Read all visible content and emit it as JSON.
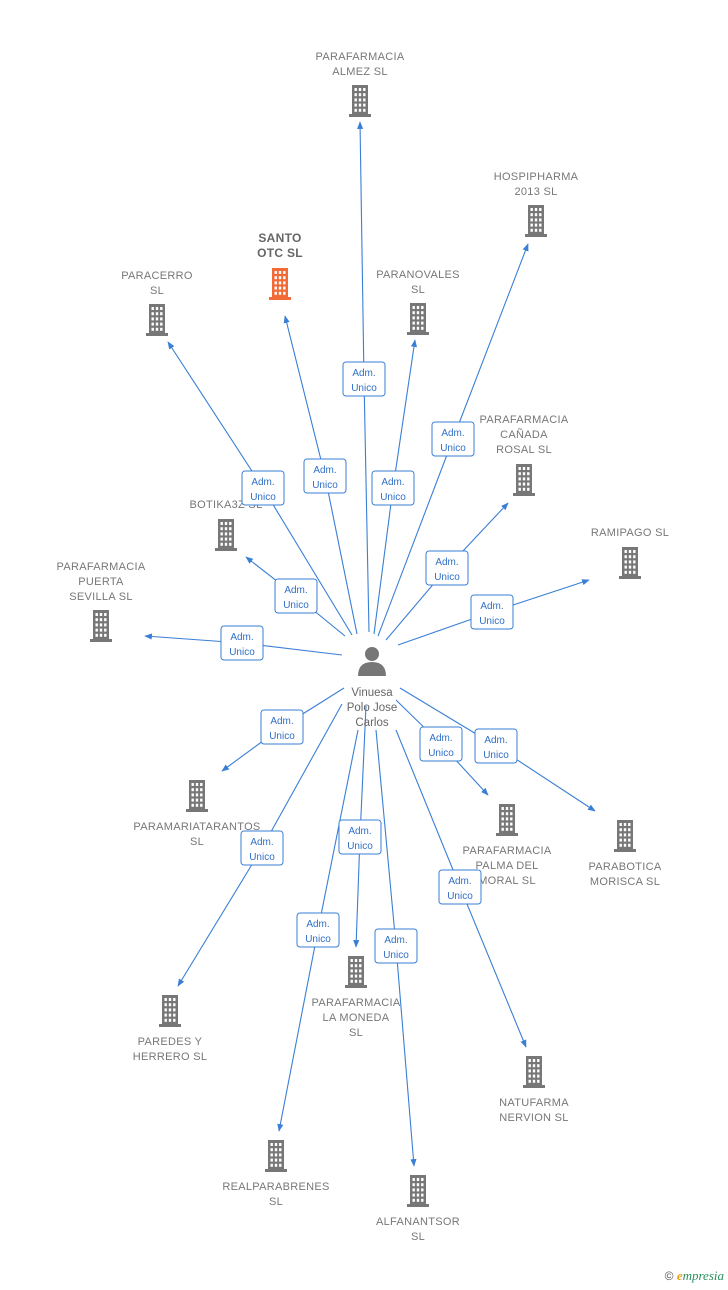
{
  "person": {
    "label_lines": [
      "Vinuesa",
      "Polo Jose",
      "Carlos"
    ]
  },
  "edge_label": [
    "Adm.",
    "Unico"
  ],
  "colors": {
    "edge": "#3a7fd6",
    "building": "#777777",
    "building_highlight": "#f26a35"
  },
  "companies": [
    {
      "id": "parafarmacia-almez",
      "lines": [
        "PARAFARMACIA",
        "ALMEZ  SL"
      ],
      "highlight": false
    },
    {
      "id": "hospipharma",
      "lines": [
        "HOSPIPHARMA",
        "2013  SL"
      ],
      "highlight": false
    },
    {
      "id": "santo-otc",
      "lines": [
        "SANTO",
        "OTC  SL"
      ],
      "highlight": true
    },
    {
      "id": "paracerro",
      "lines": [
        "PARACERRO",
        "SL"
      ],
      "highlight": false
    },
    {
      "id": "paranovales",
      "lines": [
        "PARANOVALES",
        "SL"
      ],
      "highlight": false
    },
    {
      "id": "parafarmacia-canada-rosal",
      "lines": [
        "PARAFARMACIA",
        "CAÑADA",
        "ROSAL  SL"
      ],
      "highlight": false
    },
    {
      "id": "botika3z",
      "lines": [
        "BOTIKA3Z  SL"
      ],
      "highlight": false
    },
    {
      "id": "ramipago",
      "lines": [
        "RAMIPAGO  SL"
      ],
      "highlight": false
    },
    {
      "id": "parafarmacia-puerta-sevilla",
      "lines": [
        "PARAFARMACIA",
        "PUERTA",
        "SEVILLA  SL"
      ],
      "highlight": false
    },
    {
      "id": "paramariatarantos",
      "lines": [
        "PARAMARIATARANTOS",
        "SL"
      ],
      "highlight": false
    },
    {
      "id": "parafarmacia-palma-del-moral",
      "lines": [
        "PARAFARMACIA",
        "PALMA DEL",
        "MORAL  SL"
      ],
      "highlight": false
    },
    {
      "id": "parabotica-morisca",
      "lines": [
        "PARABOTICA",
        "MORISCA  SL"
      ],
      "highlight": false
    },
    {
      "id": "paredes-y-herrero",
      "lines": [
        "PAREDES Y",
        "HERRERO  SL"
      ],
      "highlight": false
    },
    {
      "id": "parafarmacia-la-moneda",
      "lines": [
        "PARAFARMACIA",
        "LA MONEDA",
        "SL"
      ],
      "highlight": false
    },
    {
      "id": "natufarma-nervion",
      "lines": [
        "NATUFARMA",
        "NERVION  SL"
      ],
      "highlight": false
    },
    {
      "id": "realparabrenes",
      "lines": [
        "REALPARABRENES",
        "SL"
      ],
      "highlight": false
    },
    {
      "id": "alfanantsor",
      "lines": [
        "ALFANANTSOR",
        "SL"
      ],
      "highlight": false
    }
  ],
  "footer": {
    "copyright": "©",
    "brand_e": "e",
    "brand_rest": "mpresia"
  }
}
